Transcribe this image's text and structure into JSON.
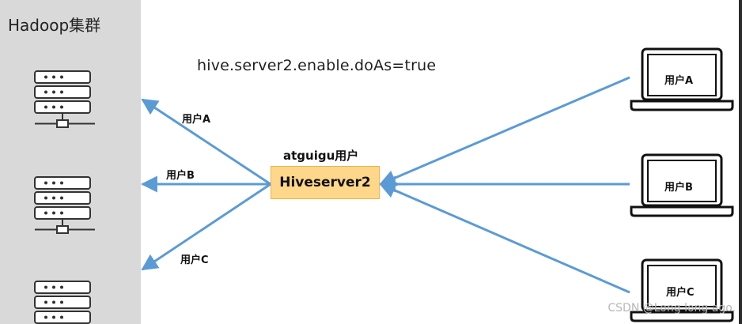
{
  "cluster": {
    "title": "Hadoop集群"
  },
  "config_note": "hive.server2.enable.doAs=true",
  "server": {
    "user_label": "atguigu用户",
    "name": "Hiveserver2"
  },
  "arrows_to_cluster": [
    {
      "label": "用户A"
    },
    {
      "label": "用户B"
    },
    {
      "label": "用户C"
    }
  ],
  "laptops": [
    {
      "label": "用户A"
    },
    {
      "label": "用户B"
    },
    {
      "label": "用户C"
    }
  ],
  "watermark": "CSDN @Long long ago.",
  "colors": {
    "arrow": "#5b9bd5",
    "server_fill": "#ffd78a",
    "server_border": "#f0b24a",
    "panel": "#d9d9d9"
  }
}
